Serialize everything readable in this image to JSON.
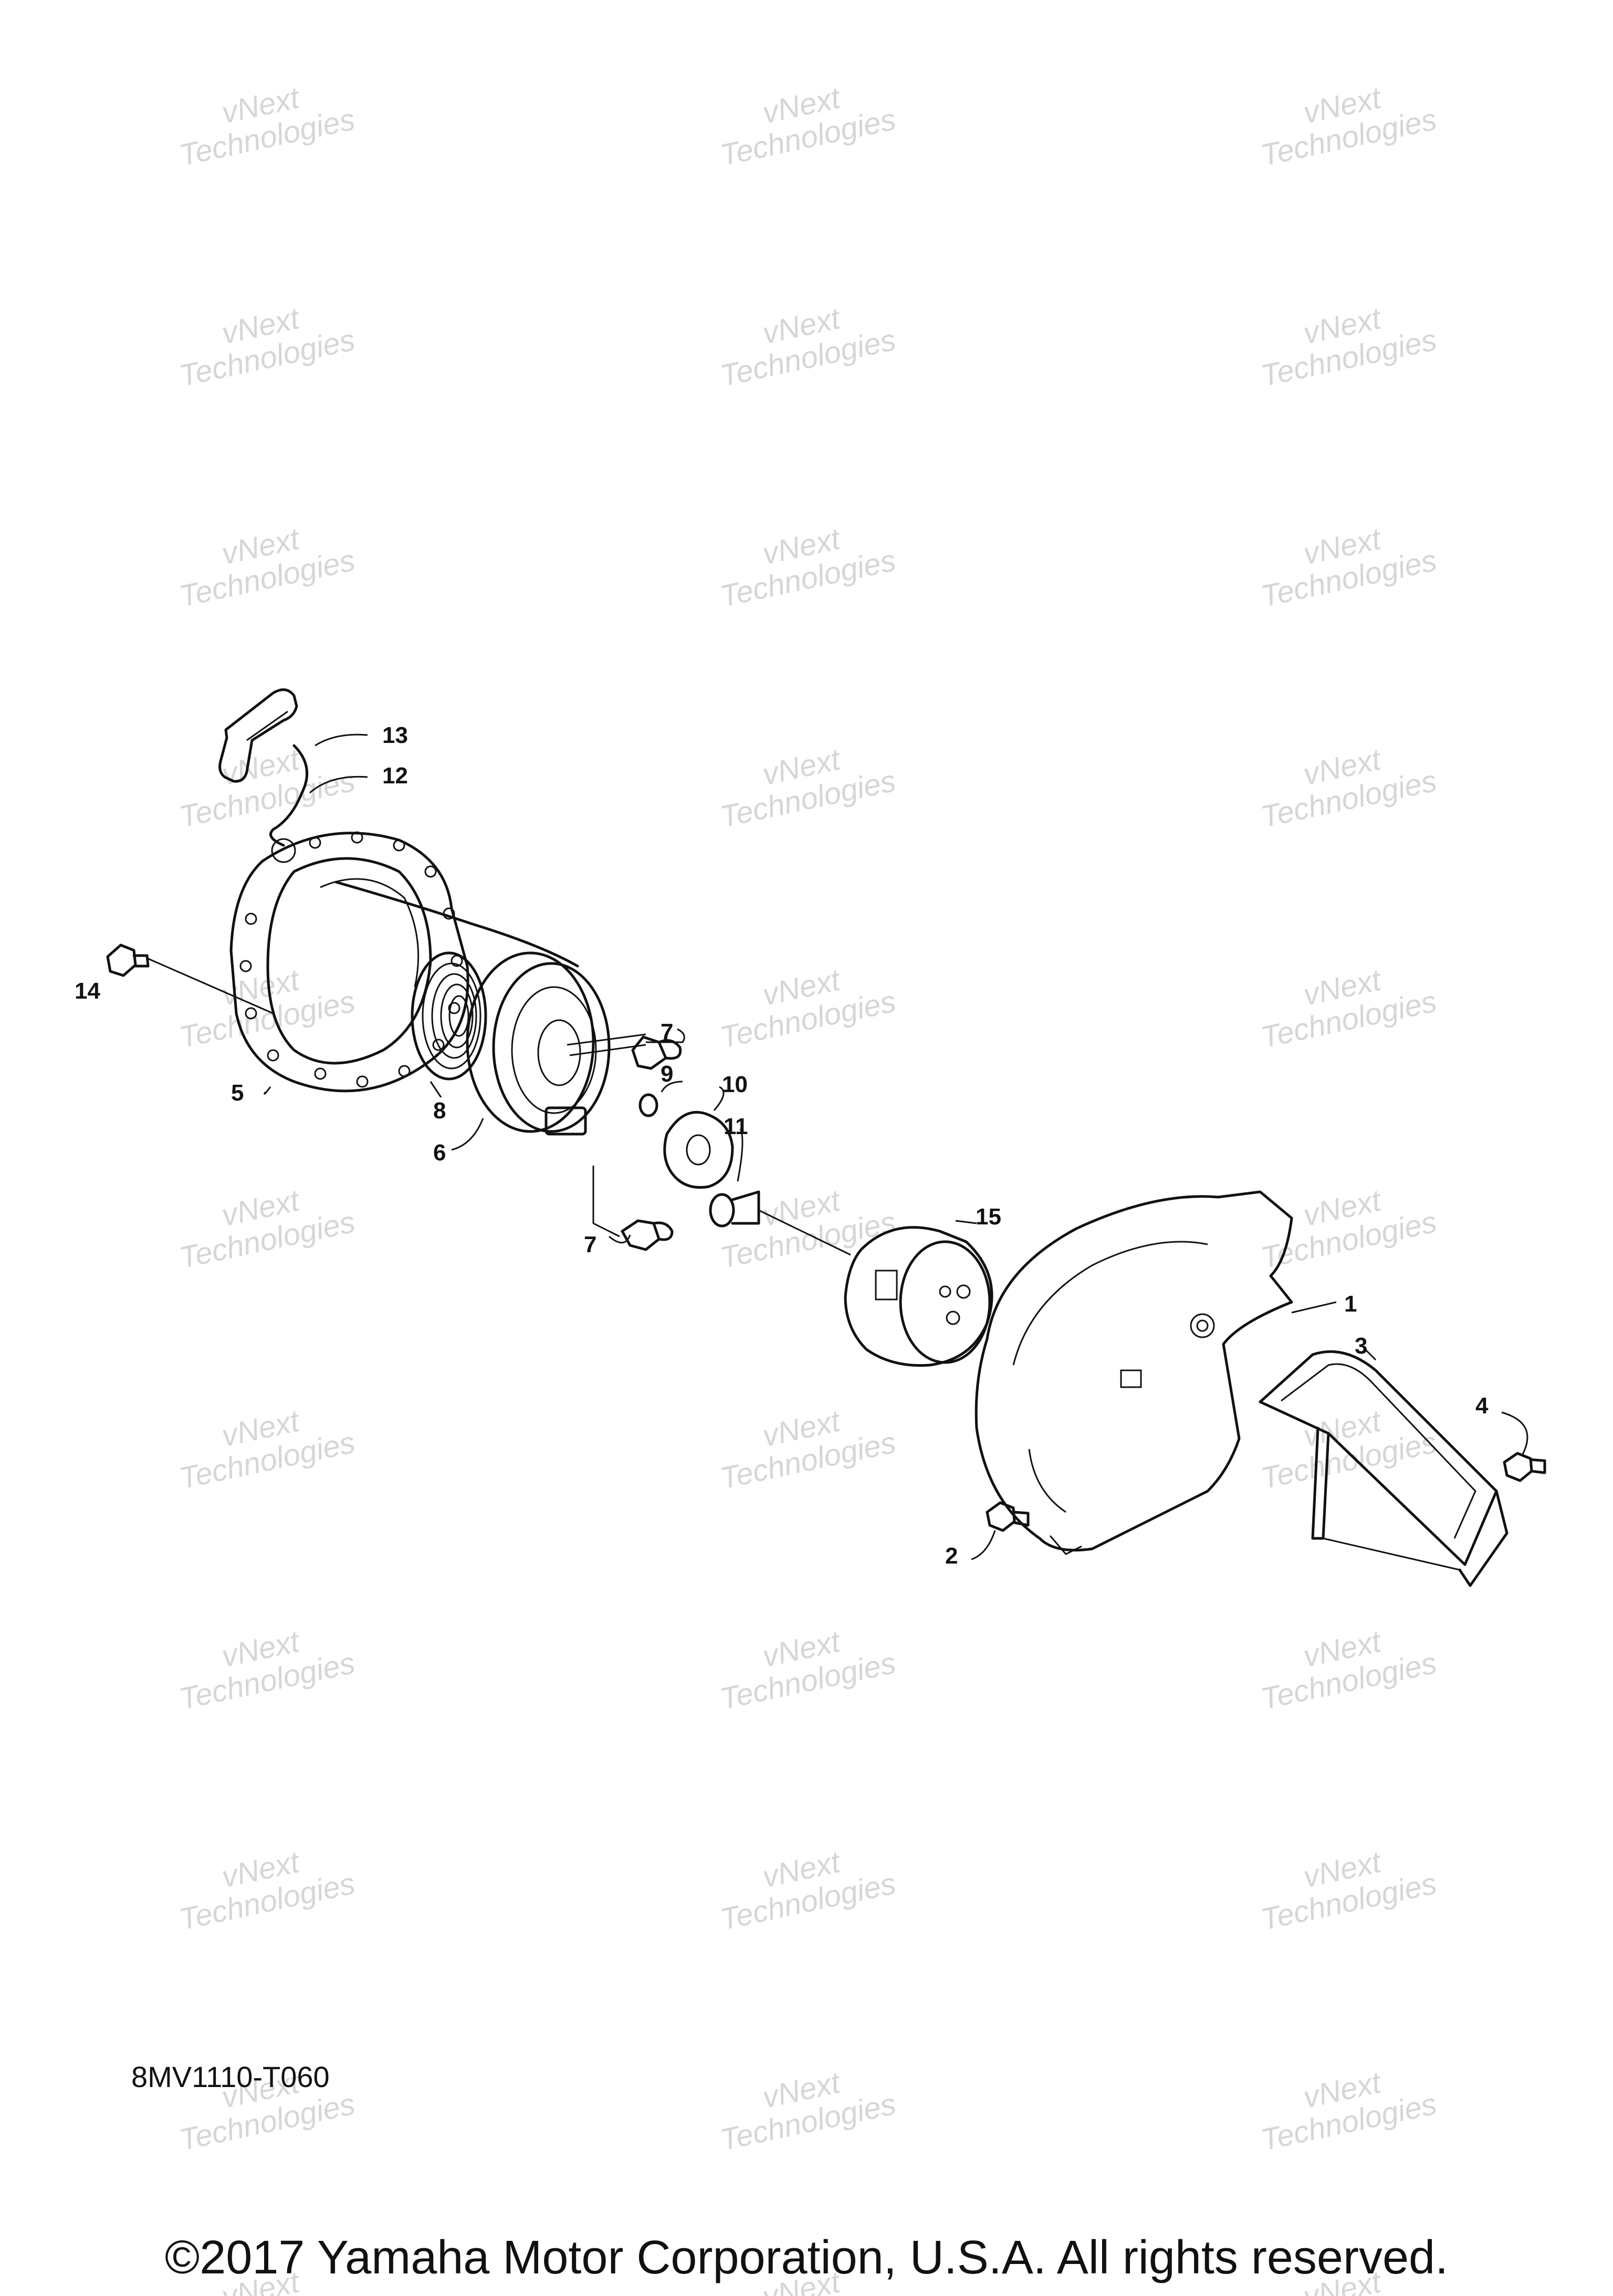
{
  "watermark": {
    "line1": "vNext",
    "line2": "Technologies"
  },
  "callouts": {
    "c1": "1",
    "c2": "2",
    "c3": "3",
    "c4": "4",
    "c5": "5",
    "c6": "6",
    "c7a": "7",
    "c7b": "7",
    "c8": "8",
    "c9": "9",
    "c10": "10",
    "c11": "11",
    "c12": "12",
    "c13": "13",
    "c14": "14",
    "c15": "15"
  },
  "diagram_code": "8MV1110-T060",
  "copyright": "©2017 Yamaha Motor Corporation, U.S.A. All rights reserved."
}
